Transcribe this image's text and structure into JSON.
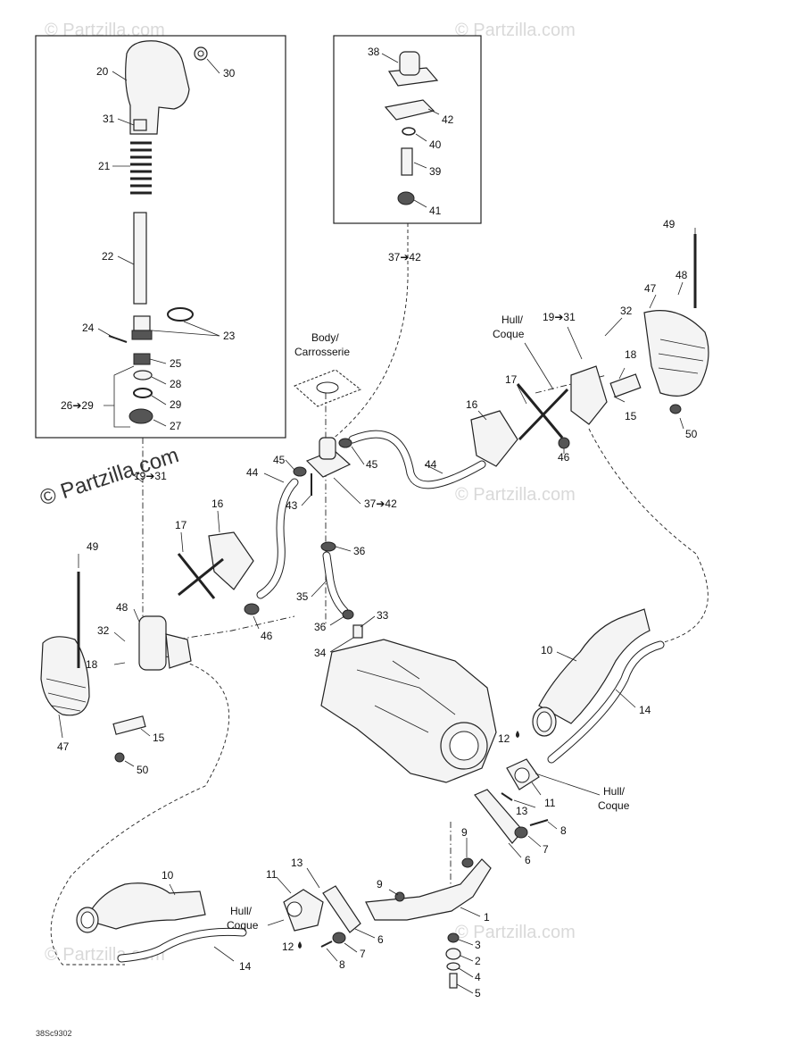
{
  "watermarks": {
    "main": "© Partzilla.com",
    "faint": "© Partzilla.com"
  },
  "diagram_code": "38Sc9302",
  "notes": {
    "body": [
      "Body/",
      "Carrosserie"
    ],
    "hull_top": [
      "Hull/",
      "Coque"
    ],
    "hull_right": [
      "Hull/",
      "Coque"
    ],
    "hull_bottom": [
      "Hull/",
      "Coque"
    ]
  },
  "callouts": {
    "c20": "20",
    "c30": "30",
    "c31": "31",
    "c21": "21",
    "c22": "22",
    "c24": "24",
    "c23": "23",
    "c25": "25",
    "c28": "28",
    "c26_29": "26➔29",
    "c29": "29",
    "c27": "27",
    "c38": "38",
    "c42": "42",
    "c40": "40",
    "c39": "39",
    "c41": "41",
    "c37_42_top": "37➔42",
    "c49_top": "49",
    "c48_top": "48",
    "c47_top": "47",
    "c32_top": "32",
    "c19_31_top": "19➔31",
    "c18_top": "18",
    "c17_top": "17",
    "c16_top": "16",
    "c15_top": "15",
    "c46_top": "46",
    "c50_top": "50",
    "c45_left": "45",
    "c45_right": "45",
    "c44_left": "44",
    "c44_right": "44",
    "c43": "43",
    "c37_42_mid": "37➔42",
    "c36_top": "36",
    "c35": "35",
    "c36_bot": "36",
    "c33": "33",
    "c34": "34",
    "c19_31_left": "19➔31",
    "c17_left": "17",
    "c16_left": "16",
    "c49_left": "49",
    "c48_left": "48",
    "c32_left": "32",
    "c18_left": "18",
    "c46_left": "46",
    "c47_left": "47",
    "c15_left": "15",
    "c50_left": "50",
    "c10_right": "10",
    "c14_right": "14",
    "c12_right": "12",
    "c11_right": "11",
    "c13_right": "13",
    "c8_right": "8",
    "c7_right": "7",
    "c6_right": "6",
    "c9_right": "9",
    "c10_left": "10",
    "c11_left": "11",
    "c13_left": "13",
    "c9_left": "9",
    "c1": "1",
    "c3": "3",
    "c2": "2",
    "c4": "4",
    "c5": "5",
    "c6_left": "6",
    "c7_left": "7",
    "c8_left": "8",
    "c12_left": "12",
    "c14_left": "14"
  }
}
